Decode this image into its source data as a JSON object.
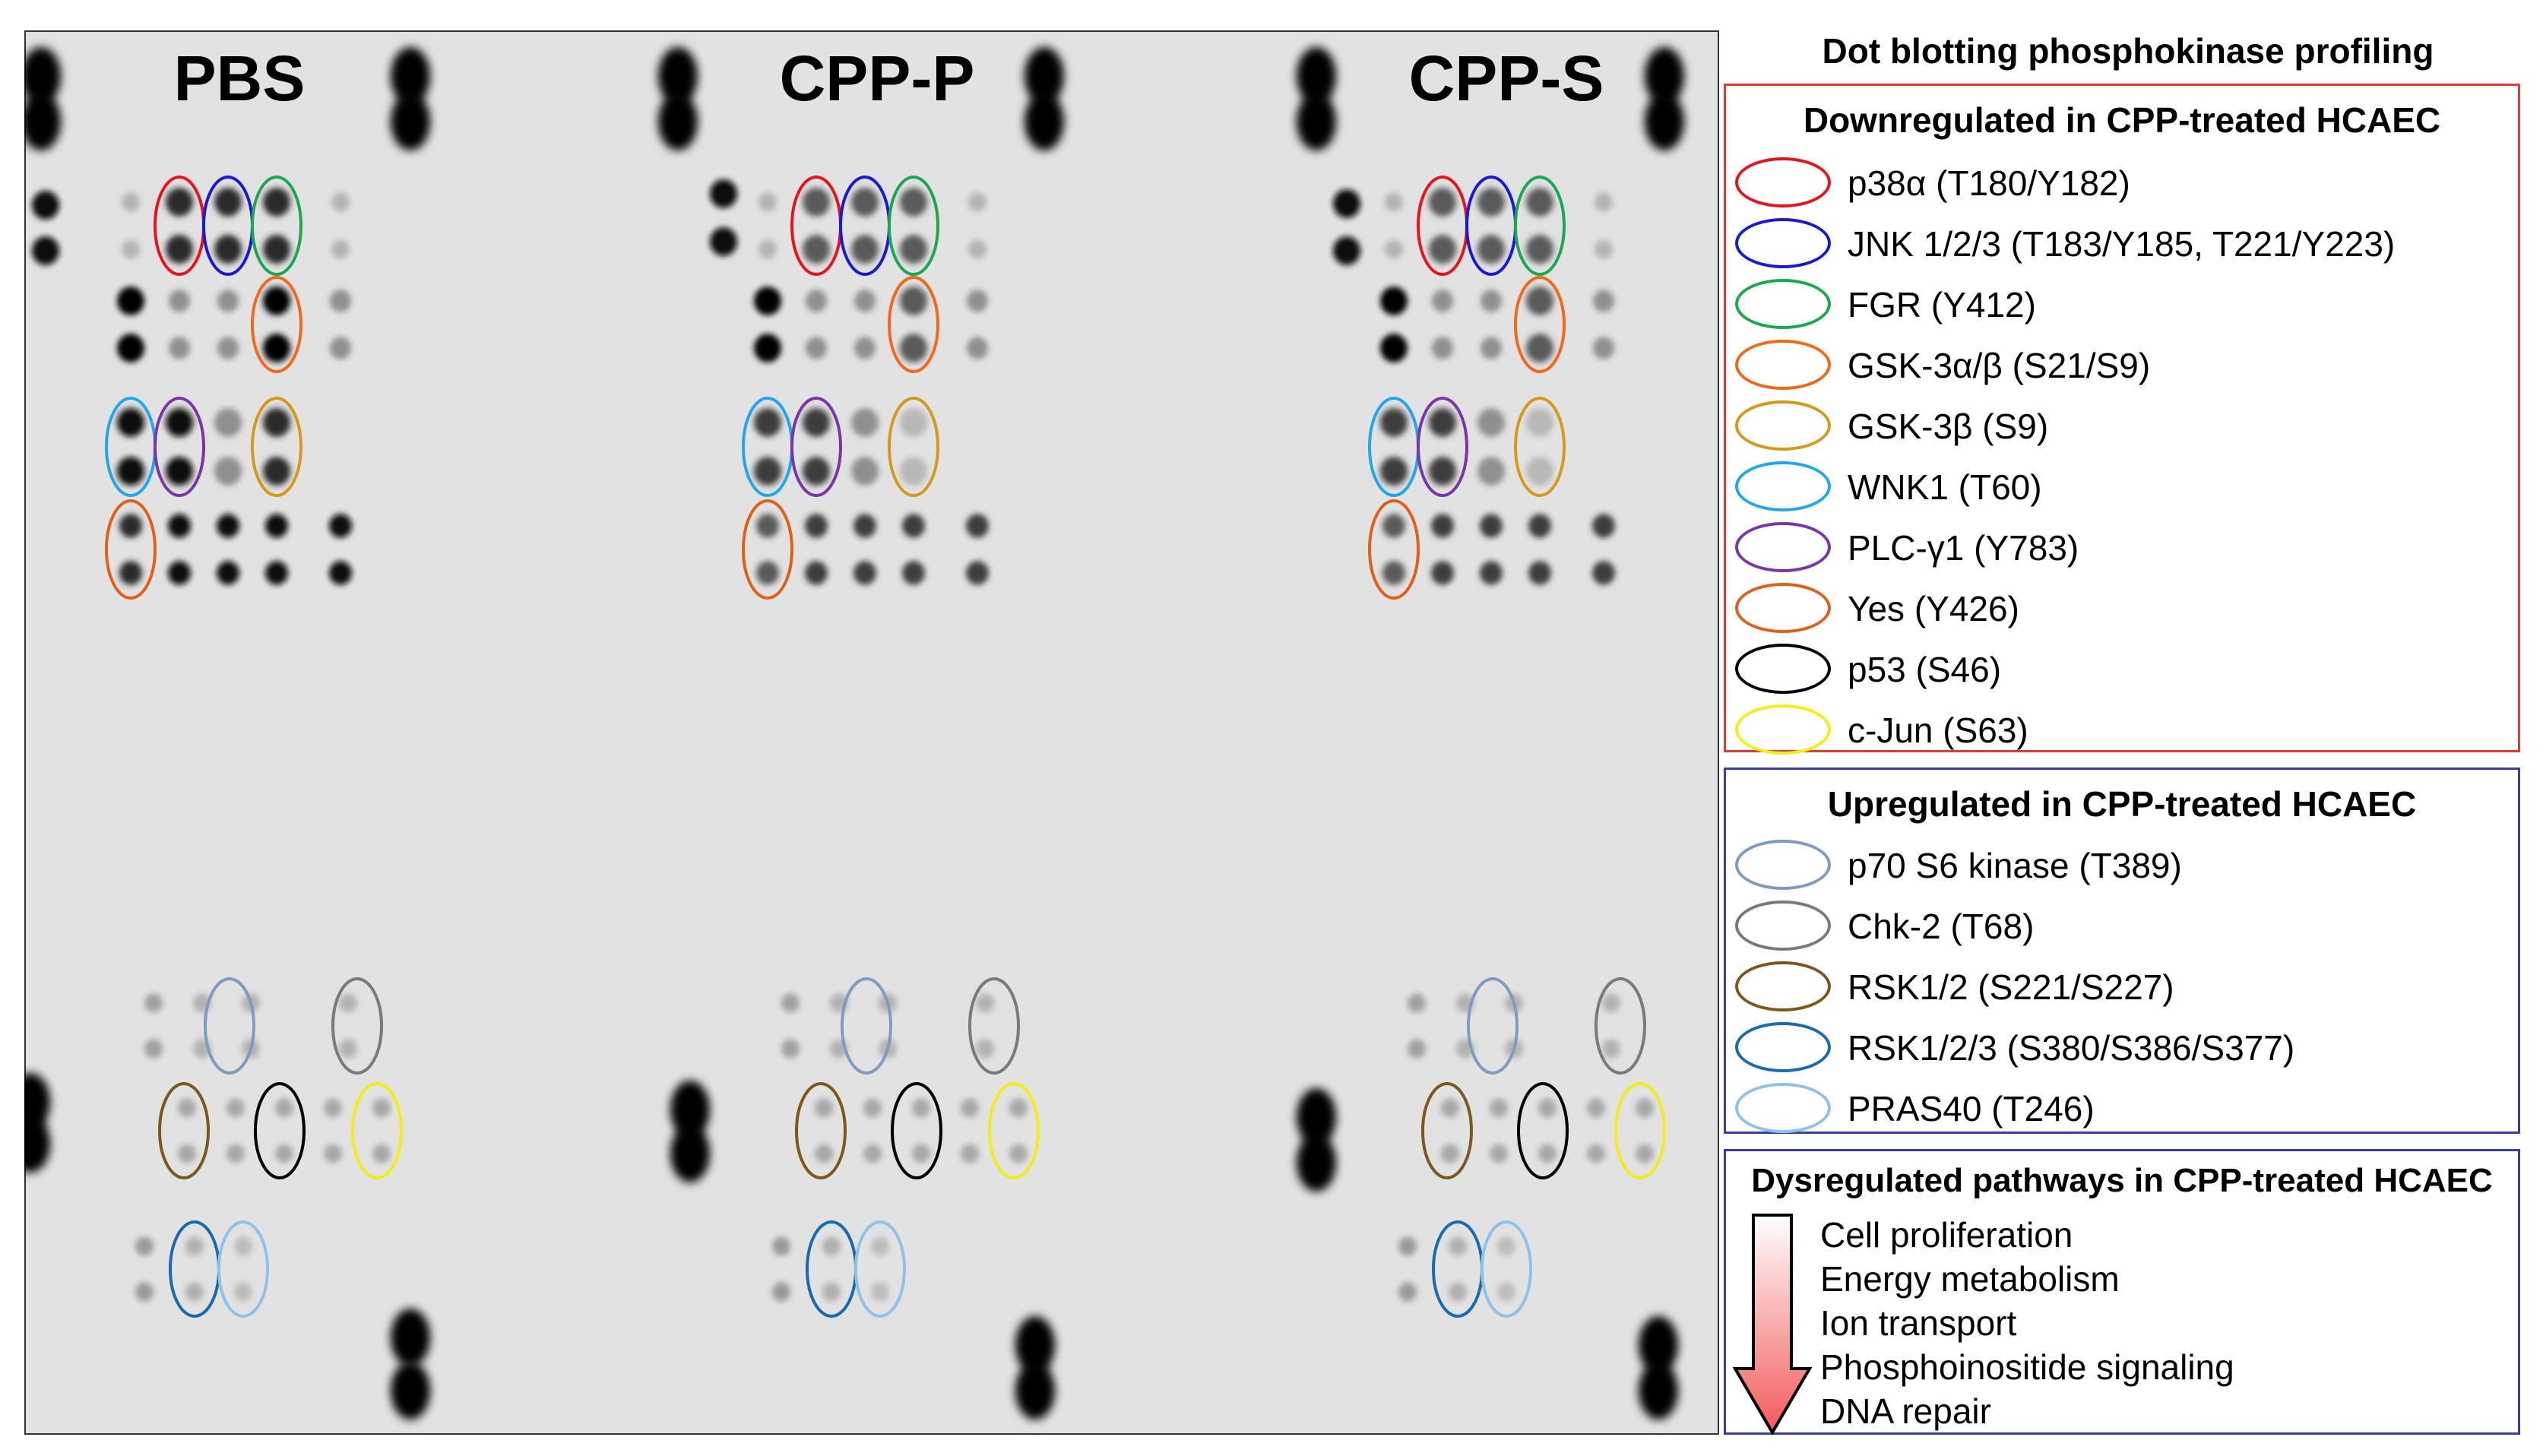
{
  "blot": {
    "panels": [
      {
        "label": "PBS"
      },
      {
        "label": "CPP-P"
      },
      {
        "label": "CPP-S"
      }
    ]
  },
  "legend": {
    "title": "Dot blotting phosphokinase profiling",
    "downregulated": {
      "title": "Downregulated in CPP-treated HCAEC",
      "border_color": "#e53935",
      "items": [
        {
          "label": "p38α (T180/Y182)",
          "color": "#e8141b"
        },
        {
          "label": "JNK 1/2/3 (T183/Y185, T221/Y223)",
          "color": "#1a1ad6"
        },
        {
          "label": "FGR (Y412)",
          "color": "#1aa851"
        },
        {
          "label": "GSK-3α/β (S21/S9)",
          "color": "#f06a1a"
        },
        {
          "label": "GSK-3β (S9)",
          "color": "#d49a1c"
        },
        {
          "label": "WNK1 (T60)",
          "color": "#22a8e8"
        },
        {
          "label": "PLC-γ1 (Y783)",
          "color": "#7a35a8"
        },
        {
          "label": "Yes (Y426)",
          "color": "#e0601a"
        },
        {
          "label": "p53 (S46)",
          "color": "#000000"
        },
        {
          "label": "c-Jun (S63)",
          "color": "#f2ee1a"
        }
      ]
    },
    "upregulated": {
      "title": "Upregulated in CPP-treated HCAEC",
      "border_color": "#3a3aa8",
      "items": [
        {
          "label": "p70 S6 kinase (T389)",
          "color": "#7f9cbe"
        },
        {
          "label": "Chk-2 (T68)",
          "color": "#7a7a7a"
        },
        {
          "label": "RSK1/2 (S221/S227)",
          "color": "#7a5a1c"
        },
        {
          "label": "RSK1/2/3 (S380/S386/S377)",
          "color": "#1a6ab0"
        },
        {
          "label": "PRAS40 (T246)",
          "color": "#8ec3e6"
        }
      ]
    },
    "pathways": {
      "title": "Dysregulated pathways in CPP-treated HCAEC",
      "border_color": "#3a3aa8",
      "items": [
        "Cell proliferation",
        "Energy metabolism",
        "Ion transport",
        "Phosphoinositide signaling",
        "DNA repair"
      ]
    }
  }
}
